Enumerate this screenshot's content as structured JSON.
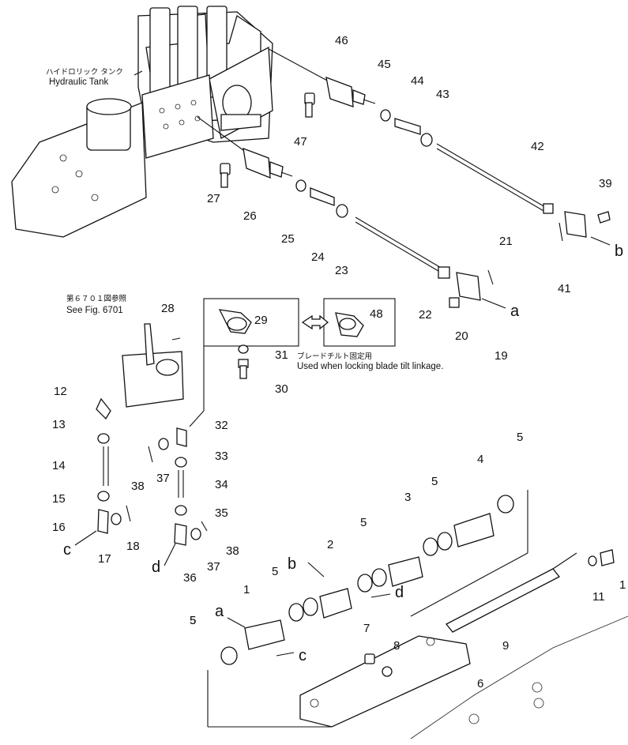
{
  "notes": {
    "hydraulic_tank_jp": "ハイドロリック タンク",
    "hydraulic_tank_en": "Hydraulic Tank",
    "see_fig_jp": "第６７０１図参照",
    "see_fig_en": "See Fig. 6701",
    "lock_jp": "ブレードチルト固定用",
    "lock_en": "Used when locking blade tilt linkage."
  },
  "callouts": [
    "46",
    "45",
    "44",
    "43",
    "47",
    "42",
    "39",
    "27",
    "26",
    "25",
    "24",
    "23",
    "b",
    "21",
    "41",
    "22",
    "20",
    "19",
    "a",
    "28",
    "29",
    "48",
    "31",
    "30",
    "12",
    "13",
    "14",
    "15",
    "16",
    "c",
    "17",
    "18",
    "32",
    "33",
    "34",
    "35",
    "36",
    "d",
    "37",
    "38",
    "37",
    "38",
    "5",
    "4",
    "5",
    "3",
    "5",
    "2",
    "5",
    "b",
    "d",
    "5",
    "1",
    "a",
    "5",
    "c",
    "7",
    "8",
    "9",
    "11",
    "1",
    "6"
  ],
  "colors": {
    "ink": "#111111",
    "paper": "#ffffff"
  }
}
